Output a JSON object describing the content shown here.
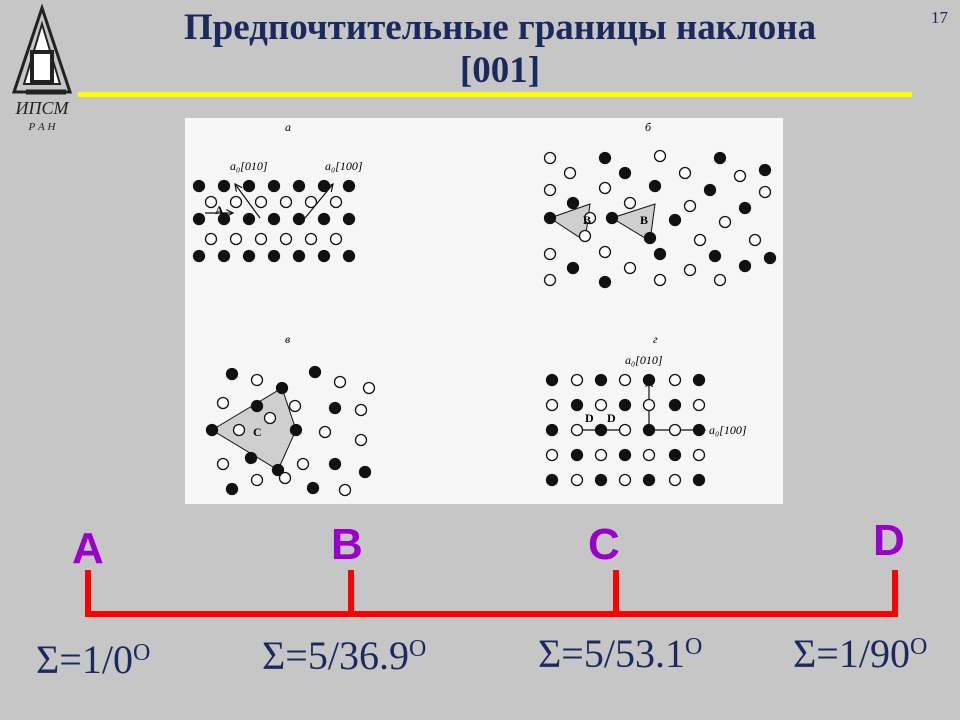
{
  "page_number": "17",
  "title_line1": "Предпочтительные границы наклона",
  "title_line2": "[001]",
  "logo": {
    "text_main": "ИПСМ",
    "text_sub": "Р А Н"
  },
  "figure": {
    "panels": [
      "а",
      "б",
      "в",
      "г"
    ],
    "labels": {
      "a0_010": "a₀[010]",
      "a0_100": "a₀[100]",
      "A": "A",
      "B": "B",
      "C": "C",
      "D": "D"
    }
  },
  "scale": {
    "color": "#ff0000",
    "points": [
      {
        "label": "A",
        "sigma": "Σ=1/0",
        "deg": "O"
      },
      {
        "label": "B",
        "sigma": "Σ=5/36.9",
        "deg": "O"
      },
      {
        "label": "C",
        "sigma": "Σ=5/53.1",
        "deg": "O"
      },
      {
        "label": "D",
        "sigma": "Σ=1/90",
        "deg": "O"
      }
    ]
  }
}
